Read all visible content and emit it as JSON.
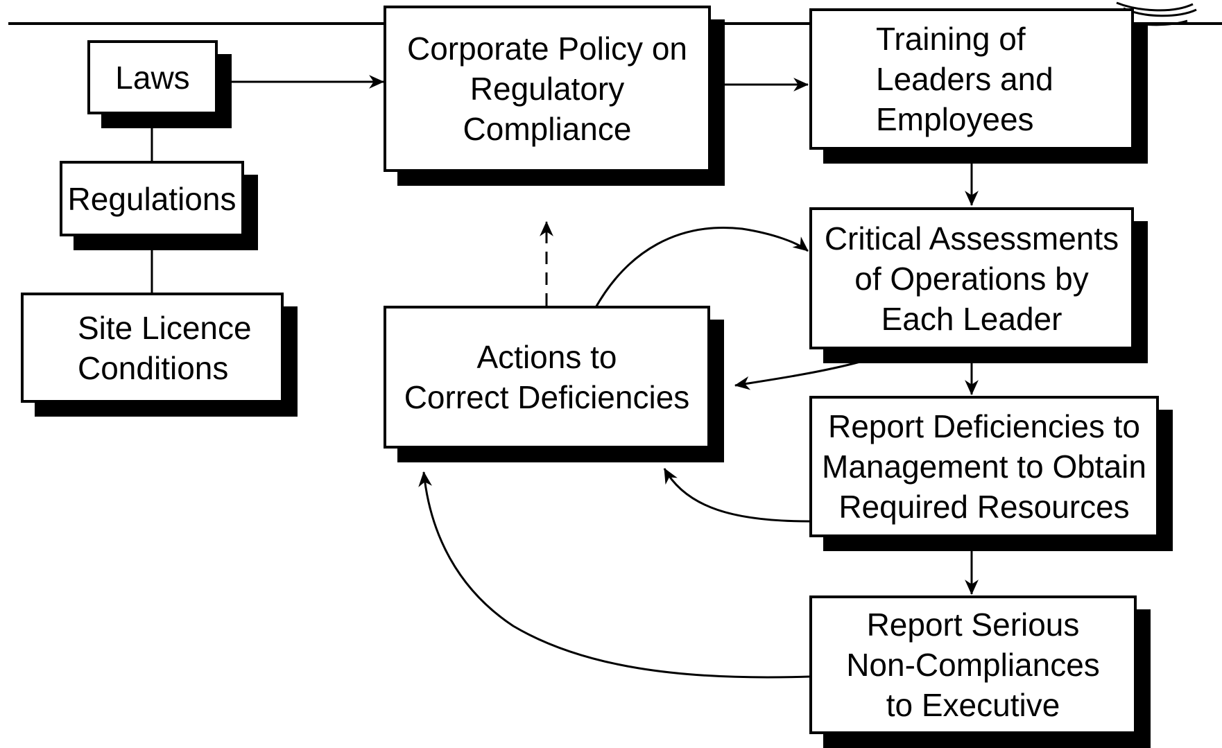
{
  "diagram": {
    "nodes": {
      "laws": "Laws",
      "regulations": "Regulations",
      "site_licence": "Site Licence\nConditions",
      "corporate_policy": "Corporate Policy on\nRegulatory\nCompliance",
      "training": "Training of\nLeaders and\nEmployees",
      "critical_assessments": "Critical Assessments\nof Operations by\nEach Leader",
      "actions": "Actions to\nCorrect Deficiencies",
      "report_management": "Report Deficiencies to\nManagement to Obtain\nRequired Resources",
      "report_executive": "Report Serious\nNon-Compliances\nto Executive"
    },
    "connections": [
      {
        "from": "laws",
        "to": "corporate_policy",
        "style": "solid"
      },
      {
        "from": "corporate_policy",
        "to": "training",
        "style": "solid"
      },
      {
        "from": "training",
        "to": "critical_assessments",
        "style": "solid"
      },
      {
        "from": "critical_assessments",
        "to": "report_management",
        "style": "solid"
      },
      {
        "from": "report_management",
        "to": "report_executive",
        "style": "solid"
      },
      {
        "from": "actions",
        "to": "critical_assessments",
        "style": "curved"
      },
      {
        "from": "critical_assessments",
        "to": "actions",
        "style": "curved"
      },
      {
        "from": "report_management",
        "to": "actions",
        "style": "curved"
      },
      {
        "from": "report_executive",
        "to": "actions",
        "style": "curved"
      },
      {
        "from": "actions",
        "to": "corporate_policy",
        "style": "dashed"
      },
      {
        "from": "laws",
        "to": "regulations",
        "style": "line"
      },
      {
        "from": "regulations",
        "to": "site_licence",
        "style": "line"
      }
    ]
  }
}
